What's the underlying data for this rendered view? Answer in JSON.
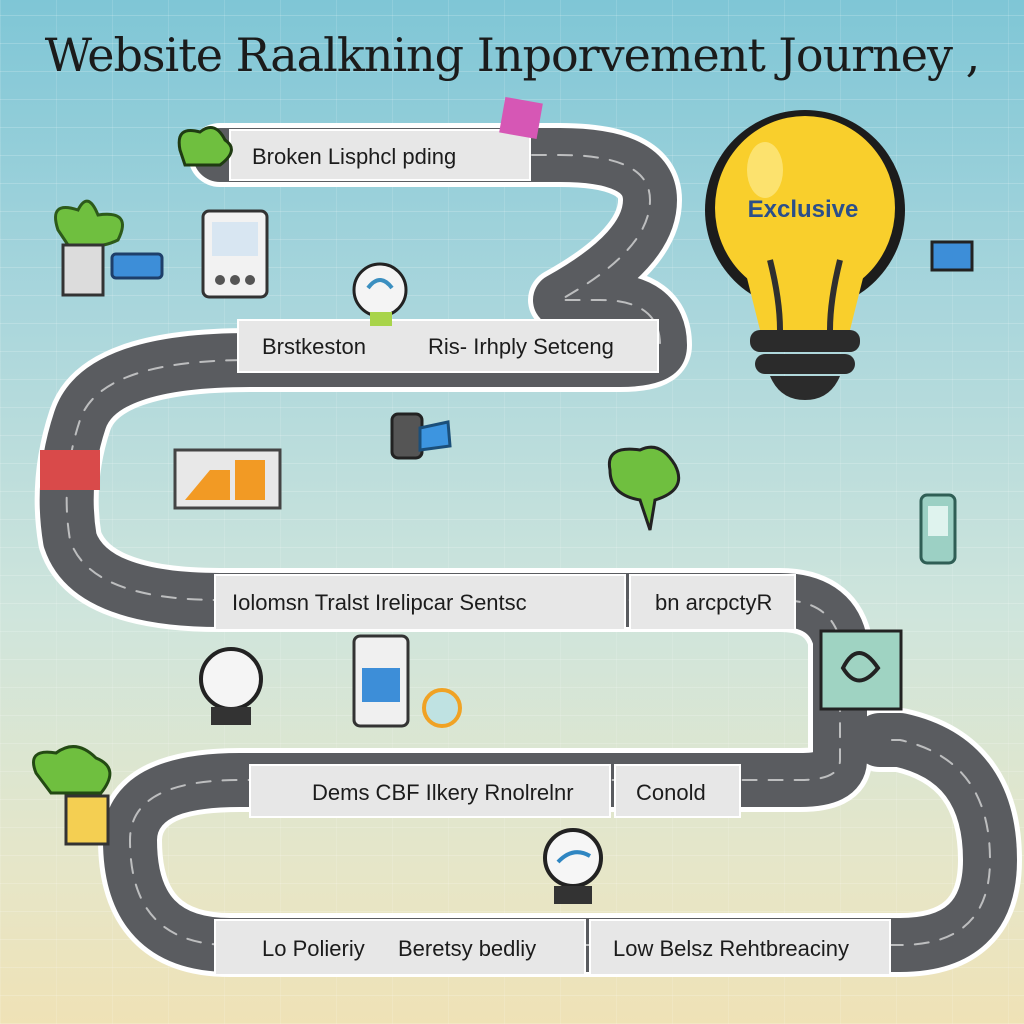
{
  "title": "Website Raalkning Inporvement Journey ,",
  "bulb": {
    "label": "Exclusive"
  },
  "stages": [
    {
      "label": "Broken Lisphcl pding"
    },
    {
      "label": "Brstkeston"
    },
    {
      "label": "Ris- Irhply Setceng"
    },
    {
      "label": "Iolomsn Tralst Irelipcar Sentsc"
    },
    {
      "label": "bn arcpctyR"
    },
    {
      "label": "Dems CBF Ilkery Rnolrelnr"
    },
    {
      "label": "Conold"
    },
    {
      "label": "Lo Polieriy"
    },
    {
      "label": "Beretsy bedliy"
    },
    {
      "label": "Low Belsz Rehtbreaciny"
    }
  ],
  "colors": {
    "road": "#5a5c60",
    "road_edge": "#ffffff",
    "bulb": "#f9cf2c",
    "accent_green": "#6fbf3f"
  }
}
